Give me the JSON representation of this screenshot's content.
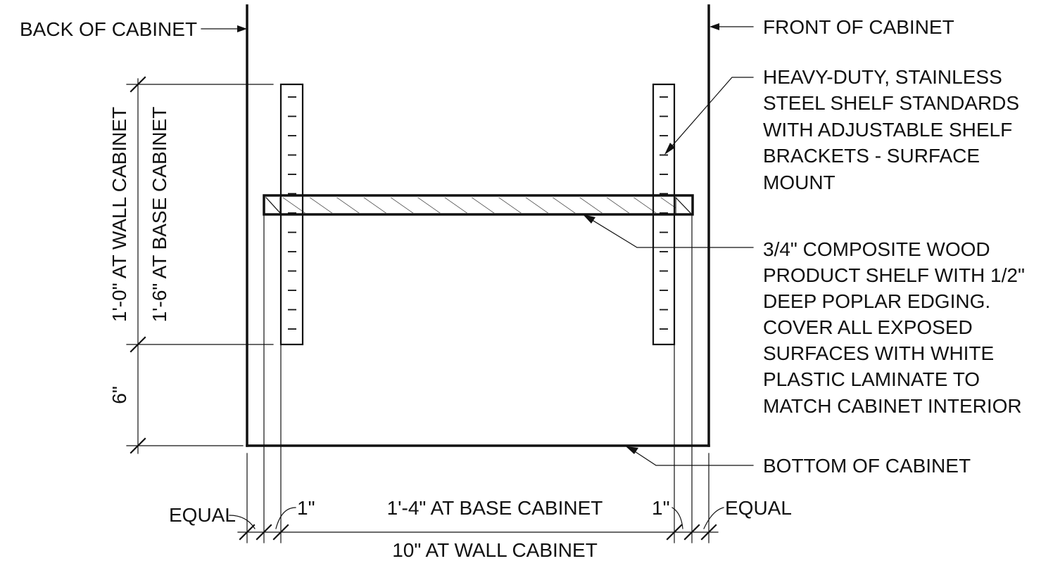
{
  "labels": {
    "back": "BACK OF CABINET",
    "front": "FRONT OF CABINET",
    "standards": [
      "HEAVY-DUTY, STAINLESS",
      "STEEL SHELF STANDARDS",
      "WITH ADJUSTABLE SHELF",
      "BRACKETS - SURFACE",
      "MOUNT"
    ],
    "shelf": [
      "3/4\" COMPOSITE WOOD",
      "PRODUCT SHELF WITH 1/2\"",
      "DEEP POPLAR EDGING.",
      "COVER ALL EXPOSED",
      "SURFACES WITH WHITE",
      "PLASTIC LAMINATE TO",
      "MATCH CABINET INTERIOR"
    ],
    "bottom": "BOTTOM OF CABINET"
  },
  "dimensions": {
    "wall_height": "1'-0\" AT WALL CABINET",
    "base_height": "1'-6\" AT BASE CABINET",
    "lower_gap": "6\"",
    "equal_left": "EQUAL",
    "inch_left": "1\"",
    "base_width": "1'-4\" AT BASE CABINET",
    "inch_right": "1\"",
    "equal_right": "EQUAL",
    "wall_width": "10\" AT WALL CABINET"
  }
}
